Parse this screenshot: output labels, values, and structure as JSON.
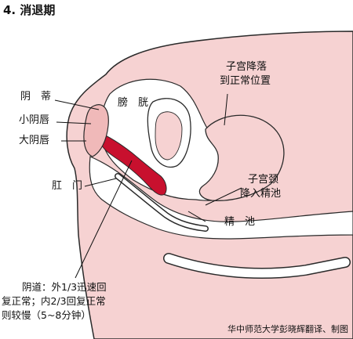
{
  "title": "4. 消退期",
  "labels": {
    "clitoris": "阴　蒂",
    "labia_minora": "小阴唇",
    "labia_majora": "大阴唇",
    "anus": "肛　门",
    "bladder": "膀　胱",
    "uterus_line1": "子宫降落",
    "uterus_line2": "到正常位置",
    "cervix_line1": "子宫颈",
    "cervix_line2": "降入精池",
    "seminal_pool": "精　池"
  },
  "caption": {
    "line1": "阴道：外1/3迅速回",
    "line2": "复正常；内2/3回复正常",
    "line3": "则较慢（5~8分钟）"
  },
  "credit": "华中师范大学彭晓辉翻译、制图",
  "colors": {
    "skin": "#f6d2d2",
    "skin_dark": "#f0b9b9",
    "tissue": "#ffffff",
    "vagina_red": "#c8102e",
    "bladder_fill": "#f6d2d2",
    "outline": "#2a2a2a"
  }
}
